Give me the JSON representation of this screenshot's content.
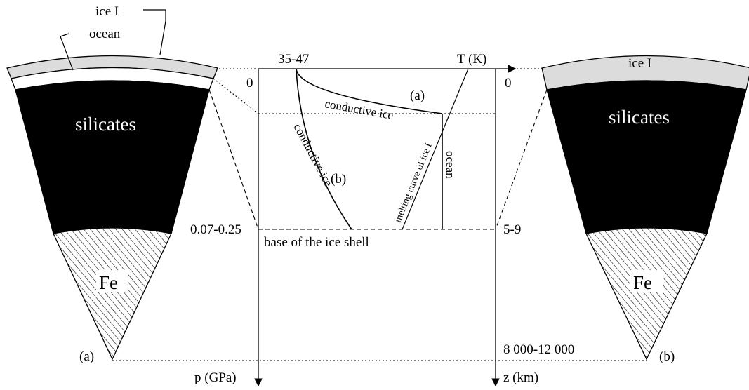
{
  "left_cross_section": {
    "caption": "(a)",
    "layers": {
      "ice": "ice I",
      "ocean": "ocean",
      "silicates": "silicates",
      "core": "Fe"
    }
  },
  "right_cross_section": {
    "caption": "(b)",
    "layers": {
      "ice": "ice I",
      "silicates": "silicates",
      "core": "Fe"
    }
  },
  "profile": {
    "temperature_axis": "T (K)",
    "surface_temperature": "35-47",
    "pressure_axis": "p (GPa)",
    "depth_axis": "z (km)",
    "pressure_top": "0",
    "depth_top": "0",
    "pressure_base": "0.07-0.25",
    "depth_base": "5-9",
    "depth_center": "8 000-12 000",
    "base_label": "base of the ice shell",
    "curve_a_label": "(a)",
    "curve_b_label": "(b)",
    "conductive_label": "conductive ice",
    "melting_label": "melting curve of ice I",
    "ocean_label": "ocean"
  },
  "colors": {
    "ice": "#dcdcdc",
    "silicates": "#000000",
    "ocean": "#ffffff",
    "line": "#000000"
  }
}
